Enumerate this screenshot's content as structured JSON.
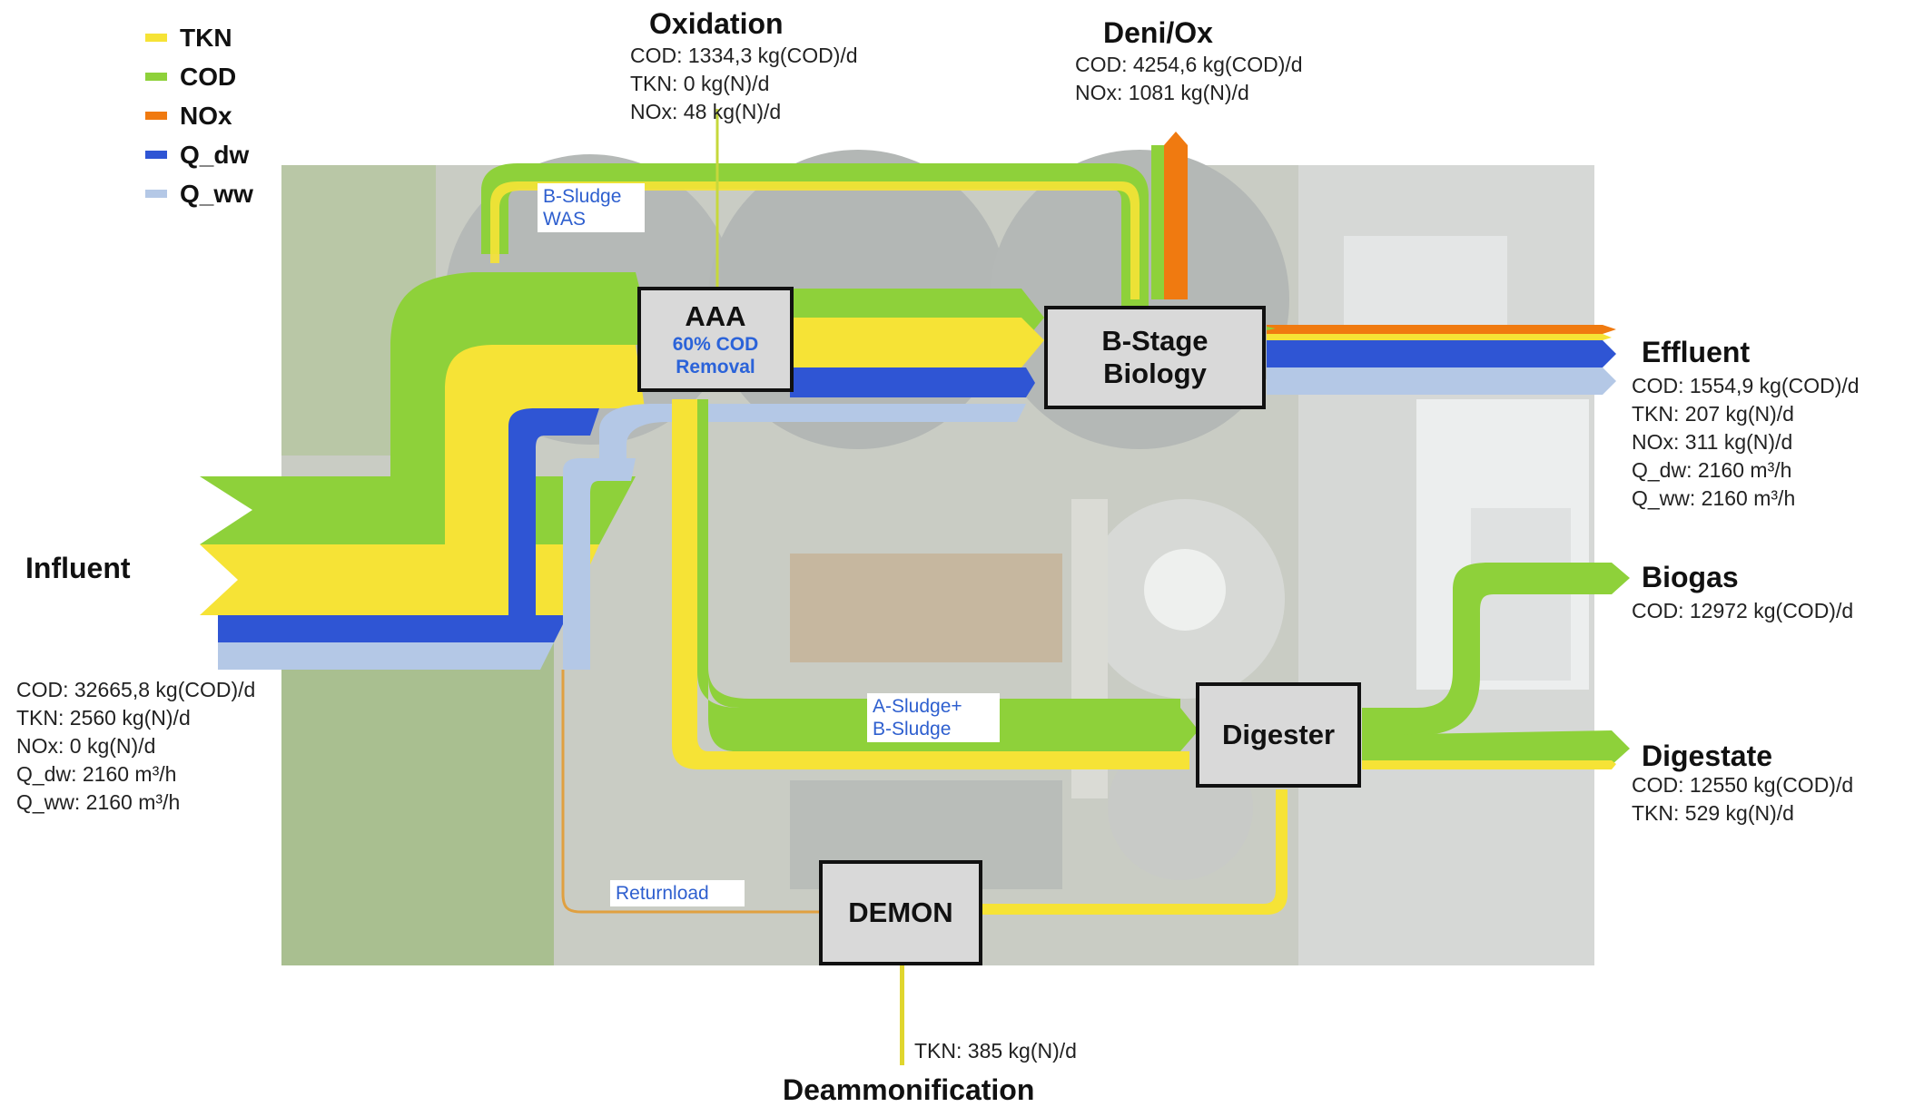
{
  "legend": [
    {
      "label": "TKN",
      "color": "#f6e336"
    },
    {
      "label": "COD",
      "color": "#8ed13a"
    },
    {
      "label": "NOx",
      "color": "#f07a10"
    },
    {
      "label": "Q_dw",
      "color": "#2f55d4"
    },
    {
      "label": "Q_ww",
      "color": "#b4c8e6"
    }
  ],
  "influent": {
    "title": "Influent",
    "lines": [
      "COD: 32665,8 kg(COD)/d",
      "TKN: 2560 kg(N)/d",
      "NOx: 0 kg(N)/d",
      "Q_dw: 2160 m³/h",
      "Q_ww: 2160 m³/h"
    ]
  },
  "oxidation": {
    "title": "Oxidation",
    "lines": [
      "COD: 1334,3 kg(COD)/d",
      "TKN: 0 kg(N)/d",
      "NOx: 48 kg(N)/d"
    ]
  },
  "deni_ox": {
    "title": "Deni/Ox",
    "lines": [
      "COD: 4254,6 kg(COD)/d",
      "NOx: 1081 kg(N)/d"
    ]
  },
  "effluent": {
    "title": "Effluent",
    "lines": [
      "COD: 1554,9 kg(COD)/d",
      "TKN: 207 kg(N)/d",
      "NOx: 311 kg(N)/d",
      "Q_dw: 2160 m³/h",
      "Q_ww: 2160 m³/h"
    ]
  },
  "biogas": {
    "title": "Biogas",
    "lines": [
      "COD: 12972 kg(COD)/d"
    ]
  },
  "digestate": {
    "title": "Digestate",
    "lines": [
      "COD: 12550 kg(COD)/d",
      "TKN: 529 kg(N)/d"
    ]
  },
  "deammonification": {
    "title": "Deammonification",
    "lines": [
      "TKN: 385 kg(N)/d"
    ]
  },
  "nodes": {
    "aaa": {
      "title": "AAA",
      "sub1": "60% COD",
      "sub2": "Removal"
    },
    "bstage": {
      "title1": "B-Stage",
      "title2": "Biology"
    },
    "digester": {
      "title": "Digester"
    },
    "demon": {
      "title": "DEMON"
    }
  },
  "tags": {
    "bsludge": {
      "line1": "B-Sludge",
      "line2": "WAS"
    },
    "asludge": {
      "line1": "A-Sludge+",
      "line2": "B-Sludge"
    },
    "returnload": "Returnload"
  },
  "colors": {
    "tkn": "#f6e336",
    "cod": "#8ed13a",
    "nox": "#f07a10",
    "qdw": "#2f55d4",
    "qww": "#b4c8e6",
    "returnload_line": "#e0a040"
  }
}
